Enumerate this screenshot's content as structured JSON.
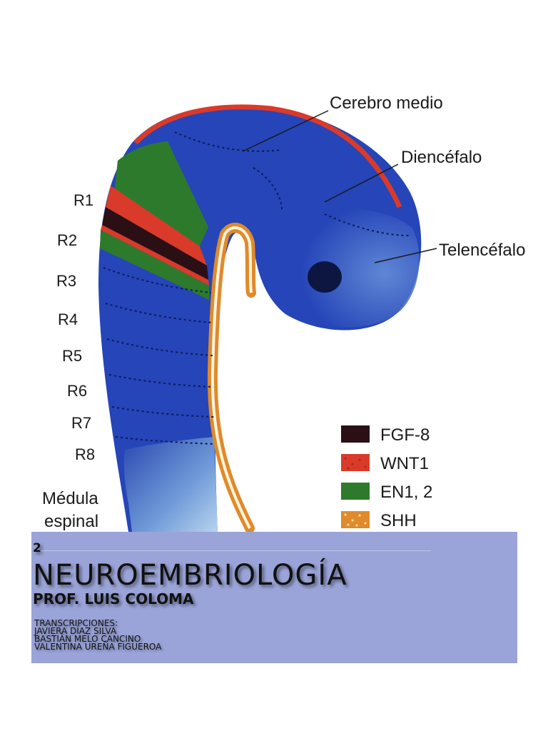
{
  "figure": {
    "region_labels": [
      "Cerebro medio",
      "Diencéfalo",
      "Telencéfalo"
    ],
    "rhombomeres": [
      "R1",
      "R2",
      "R3",
      "R4",
      "R5",
      "R6",
      "R7",
      "R8"
    ],
    "spinal_label_line1": "Médula",
    "spinal_label_line2": "espinal",
    "legend": [
      {
        "label": "FGF-8",
        "color": "#2a0f14"
      },
      {
        "label": "WNT1",
        "color": "#d93a2a"
      },
      {
        "label": "EN1, 2",
        "color": "#2e7a2c"
      },
      {
        "label": "SHH",
        "color": "#e08a2c"
      }
    ],
    "colors": {
      "tissue": "#2545b8",
      "tissue_light": "#4f78d4",
      "tissue_pale": "#9cc0e6"
    }
  },
  "banner": {
    "chapter": "2",
    "title": "NEUROEMBRIOLOGÍA",
    "professor": "PROF. LUIS COLOMA",
    "credits_heading": "TRANSCRIPCIONES:",
    "credits": [
      "JAVIERA DÍAZ SILVA",
      "BASTIÁN MELO CANCINO",
      "VALENTINA UREÑA FIGUEROA"
    ],
    "background_color": "#9aa4d8"
  }
}
